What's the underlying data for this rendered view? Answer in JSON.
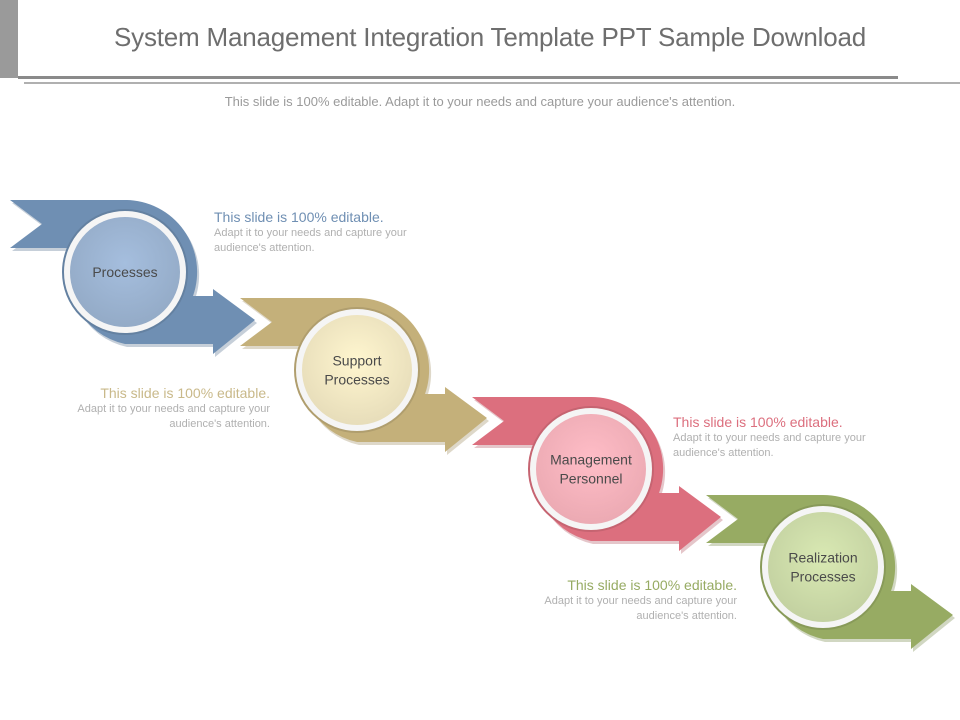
{
  "header": {
    "title": "System Management Integration Template PPT Sample Download",
    "subtitle": "This slide is 100% editable. Adapt it to your needs and capture your audience's attention."
  },
  "steps": [
    {
      "label_lines": [
        "Processes"
      ],
      "color": "#6f8fb3",
      "inner": "#93aac6"
    },
    {
      "label_lines": [
        "Support",
        "Processes"
      ],
      "color": "#c4b07a",
      "inner": "#e6dcb9"
    },
    {
      "label_lines": [
        "Management",
        "Personnel"
      ],
      "color": "#dc6f7e",
      "inner": "#eba9b2"
    },
    {
      "label_lines": [
        "Realization",
        "Processes"
      ],
      "color": "#97ab63",
      "inner": "#c2d0a0"
    }
  ],
  "notes": [
    {
      "heading": "This slide is 100% editable.",
      "body": "Adapt it to your needs and capture your audience's attention.",
      "color": "#6f8fb3"
    },
    {
      "heading": "This slide is 100% editable.",
      "body": "Adapt it to your needs and capture your audience's attention.",
      "color": "#c9b98a"
    },
    {
      "heading": "This slide is 100% editable.",
      "body": "Adapt it to your needs and capture your audience's attention.",
      "color": "#dc6f7e"
    },
    {
      "heading": "This slide is 100% editable.",
      "body": "Adapt it to your needs and capture your audience's attention.",
      "color": "#97ab63"
    }
  ]
}
